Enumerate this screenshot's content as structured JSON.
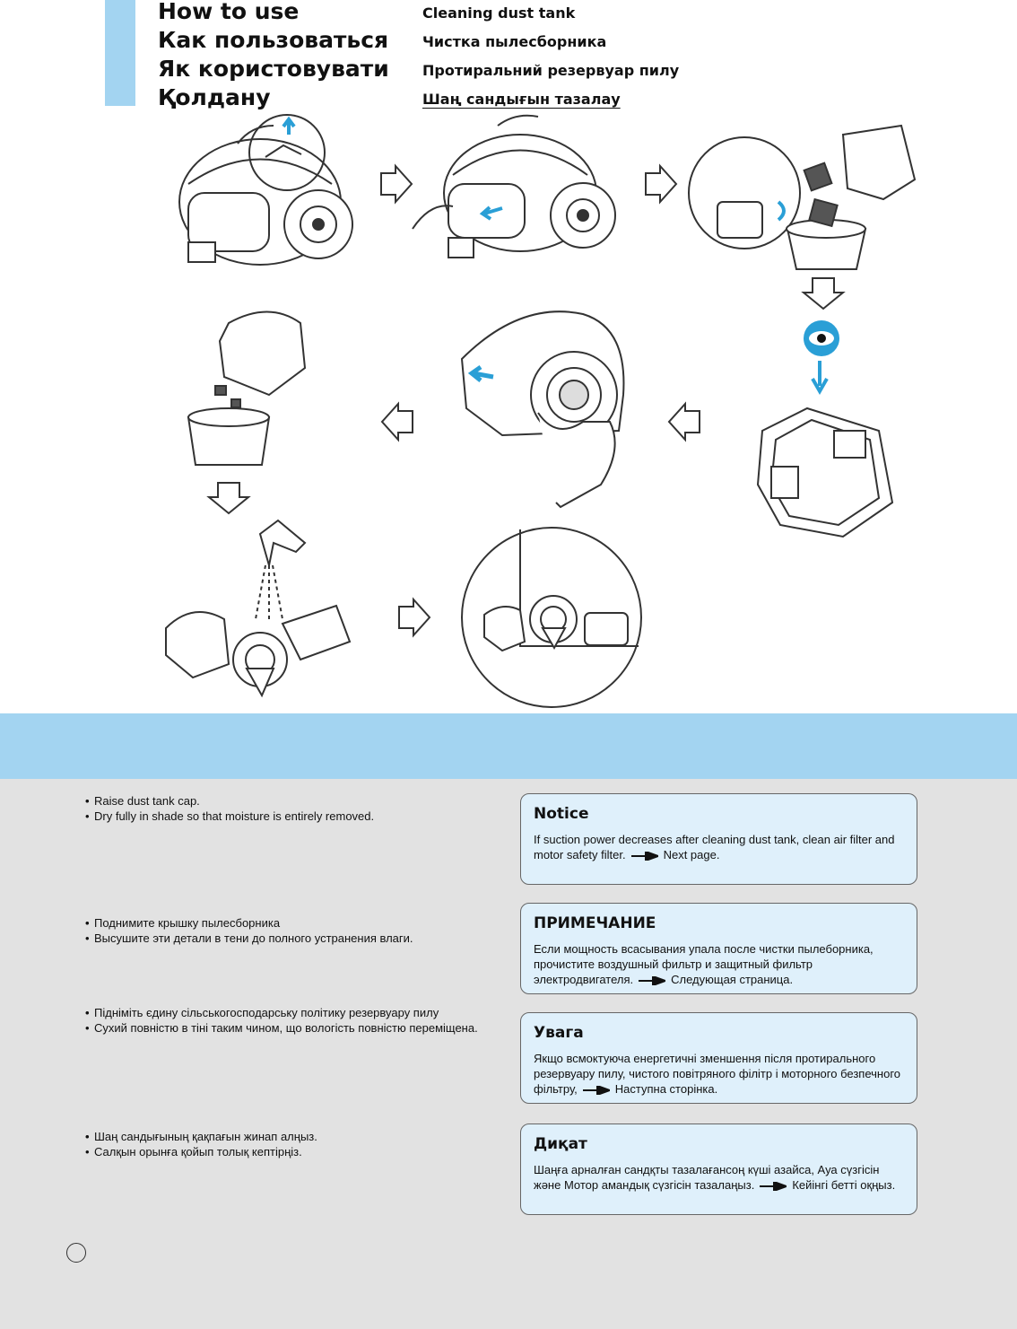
{
  "header": {
    "titles": [
      "How to use",
      "Как пользоваться",
      "Як користовувати",
      "Қолдану"
    ],
    "subtitles": [
      "Cleaning dust tank",
      "Чистка пылесборника",
      "Протиральний резервуар пилу",
      "Шаң  сандығын  тазалау"
    ]
  },
  "sections": [
    {
      "bullets": [
        "",
        "Raise dust tank cap.",
        "Dry fully in shade so that moisture is entirely removed."
      ],
      "notice": {
        "title": "Notice",
        "text": "If suction power decreases after cleaning dust tank, clean air filter and motor safety filter.",
        "link": "Next page."
      }
    },
    {
      "bullets": [
        "",
        "Поднимите крышку пылесборника",
        "Высушите эти детали в тени до полного устранения влаги."
      ],
      "notice": {
        "title": "ПРИМЕЧАНИЕ",
        "text": "Если мощность всасывания упала после чистки пылеборника, прочистите воздушный фильтр и защитный фильтр электродвигателя.",
        "link": "Следующая страница."
      }
    },
    {
      "bullets": [
        "",
        "Підніміть єдину сільськогосподарську політику резервуару пилу",
        "Сухий повністю в тіні таким чином, що вологість повністю переміщена."
      ],
      "notice": {
        "title": "Увага",
        "text": "Якщо всмоктуюча енергетичні зменшення після протирального резервуару пилу, чистого повітряного філітр і моторного безпечного фільтру,",
        "link": "Наступна сторінка."
      }
    },
    {
      "bullets": [
        "",
        "Шаң  сандығының  қақпағын  жинап  алңыз.",
        "Салқын  орынға  қойып  толық  кептірңіз."
      ],
      "notice": {
        "title": "Диқат",
        "text": "Шаңға  арналған  сандқты  тазалағансоң  күші  азайса,  Ауа  сүзгісін  жәнe  Мотор  амандық  сүзгісін  тазалаңыз.",
        "link": "Кейінгі  бетті  оқңыз."
      }
    }
  ],
  "colors": {
    "accent": "#a3d4f1",
    "arrow": "#2a9fd6",
    "notice_bg": "#dff0fb",
    "footer_bg": "#e2e2e2"
  }
}
